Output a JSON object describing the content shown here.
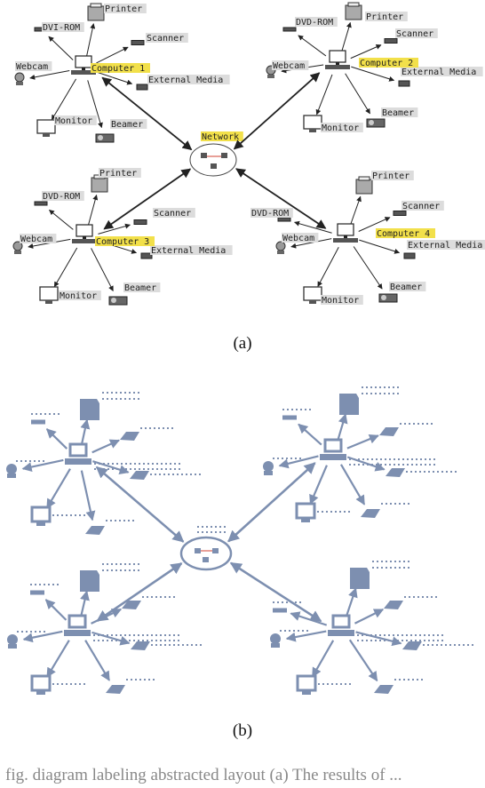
{
  "panel_a": {
    "caption": "(a)",
    "network_label": "Network",
    "clusters": [
      {
        "computer": "Computer 1",
        "printer": "Printer",
        "dvd": "DVI-ROM",
        "scanner": "Scanner",
        "webcam": "Webcam",
        "external": "External Media",
        "monitor": "Monitor",
        "beamer": "Beamer"
      },
      {
        "computer": "Computer 2",
        "printer": "Printer",
        "dvd": "DVD-ROM",
        "scanner": "Scanner",
        "webcam": "Webcam",
        "external": "External Media",
        "monitor": "Monitor",
        "beamer": "Beamer"
      },
      {
        "computer": "Computer 3",
        "printer": "Printer",
        "dvd": "DVD-ROM",
        "scanner": "Scanner",
        "webcam": "Webcam",
        "external": "External Media",
        "monitor": "Monitor",
        "beamer": "Beamer"
      },
      {
        "computer": "Computer 4",
        "printer": "Printer",
        "dvd": "DVD-ROM",
        "scanner": "Scanner",
        "webcam": "Webcam",
        "external": "External Media",
        "monitor": "Monitor",
        "beamer": "Beamer"
      }
    ]
  },
  "panel_b": {
    "caption": "(b)"
  },
  "footer_text": "fig. diagram labeling abstracted layout (a) The results of ...",
  "colors": {
    "highlight": "#f2e04a",
    "label_bg": "#dcdcdc",
    "abstract": "#7d8fb0",
    "ink": "#222222",
    "network_link": "#d04030"
  }
}
